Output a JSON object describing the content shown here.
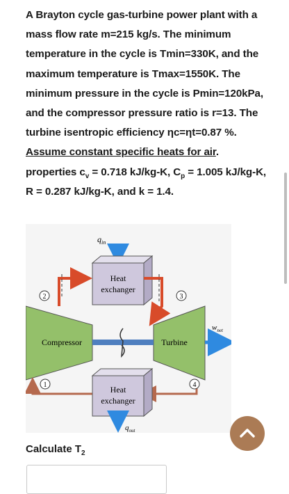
{
  "problem": {
    "part1": "A Brayton cycle gas-turbine power plant with a mass flow rate m=215 kg/s. The minimum temperature in the cycle is Tmin=330K, and the maximum temperature is Tmax=1550K. The minimum pressure in the cycle is Pmin=120kPa, and the compressor pressure ratio is r=13. The turbine isentropic efficiency ηc=ηt=0.87 %. ",
    "underlined": "Assume constant specific heats for air",
    "part2": ". properties  c",
    "sub_v": "v",
    "part3": " = 0.718 kJ/kg-K, C",
    "sub_p": "p",
    "part4": " = 1.005 kJ/kg-K, R = 0.287 kJ/kg-K, and k = 1.4."
  },
  "diagram": {
    "q_in": "q",
    "q_in_sub": "in",
    "heat_exchanger_top": [
      "Heat",
      "exchanger"
    ],
    "heat_exchanger_bottom": [
      "Heat",
      "exchanger"
    ],
    "compressor": "Compressor",
    "turbine": "Turbine",
    "w_net": "w",
    "w_net_sub": "net",
    "q_out": "q",
    "q_out_sub": "out",
    "state_1": "1",
    "state_2": "2",
    "state_3": "3",
    "state_4": "4"
  },
  "question": {
    "label": "Calculate T",
    "sub": "2"
  },
  "colors": {
    "compressor_fill": "#94c06a",
    "heat_exchanger_fill": "#cfc8dd",
    "hot_arrow": "#d84b2a",
    "cold_arrow": "#2f8ae0",
    "warm_line": "#b5694e",
    "scroll_button": "#ab7b55"
  },
  "icons": {
    "scroll_top": "chevron-up-icon"
  }
}
